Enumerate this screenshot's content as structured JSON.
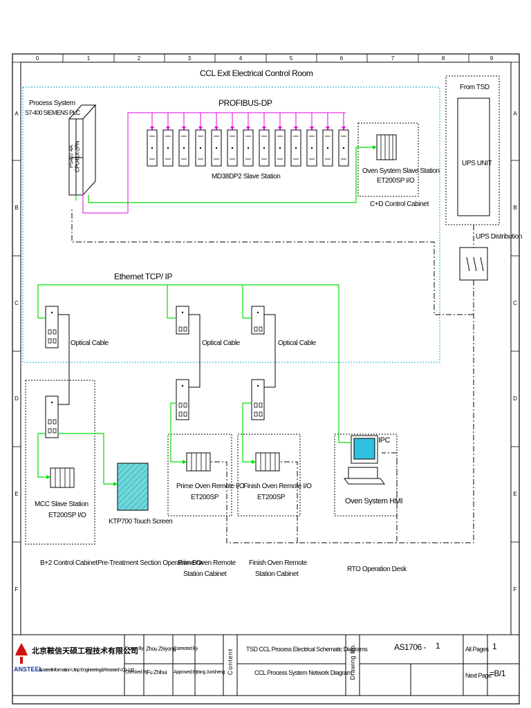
{
  "diagram": {
    "column_numbers": [
      "0",
      "1",
      "2",
      "3",
      "4",
      "5",
      "6",
      "7",
      "8",
      "9"
    ],
    "row_letters": [
      "A",
      "B",
      "C",
      "D",
      "E",
      "F"
    ],
    "room_title": "CCL Exit Electrical Control Room",
    "plc": {
      "label_line1": "Process System",
      "label_line2": "S7-400 SIEMENS PLC",
      "module_text_1": "PS407 4A",
      "module_text_2": "CPU41X-2PN"
    },
    "profibus_label": "PROFIBUS-DP",
    "md_station_label": "MD38DP2  Slave Station",
    "oven_slave_label_1": "Oven System Slave Station",
    "oven_slave_label_2": "ET200SP I/O",
    "cd_cabinet_label": "C+D Control Cabinet",
    "from_tsd_label": "From TSD",
    "ups_unit_label": "UPS UNIT",
    "ups_distribution_label": "UPS Distribution",
    "ethernet_label": "Ethernet TCP/ IP",
    "optical_cable_label": "Optical Cable",
    "mcc_label_1": "MCC Slave Station",
    "mcc_label_2": "ET200SP  I/O",
    "ktp_label": "KTP700 Touch Screen",
    "prime_remote_label_1": "Prime Oven Remote I/O",
    "prime_remote_label_2": "ET200SP",
    "finish_remote_label_1": "Finish Oven Remote I/O",
    "finish_remote_label_2": "ET200SP",
    "ipc_label": "IPC",
    "hmi_label": "Oven System HMI",
    "b2_cabinet_label": "B+2 Control Cabinet",
    "pretreatment_label": "Pre-Treatment Section Operation Box",
    "prime_cabinet_label_1": "Prime Oven Remote",
    "prime_cabinet_label_2": "Station Cabinet",
    "finish_cabinet_label_1": "Finish Oven Remote",
    "finish_cabinet_label_2": "Station Cabinet",
    "rto_label": "RTO Operation Desk",
    "colors": {
      "profibus": "#e000e0",
      "ethernet": "#00dd00",
      "dotted_region": "#00a0d0",
      "screen": "#30c0e0"
    }
  },
  "title_block": {
    "company_cn": "北京鞍信天硕工程技术有限公司",
    "company_en": "AnsteelInformation Utop Engineering&Research Co.,Ltd",
    "logo_text": "ANSTEEL",
    "drawn_by_label": "Drawn By",
    "drawn_by": "Zhou Zhiyong",
    "corrected_by_label": "Corrected By",
    "checked_by_label": "Checked By",
    "checked_by": "Fu Zhihui",
    "approved_by_label": "Approved By",
    "approved_by": "Yang Junsheng",
    "content_label": "Content",
    "title_1": "TSD CCL Process Electrical Schematic Diagrams",
    "title_2": "CCL Process System Network Diagram",
    "drawing_no_label": "Drawing No.",
    "drawing_no": "AS1706 -",
    "drawing_sheet": "1",
    "all_pages_label": "All Pages",
    "all_pages": "1",
    "next_page_label": "Next Page",
    "next_page": "=B/1"
  }
}
